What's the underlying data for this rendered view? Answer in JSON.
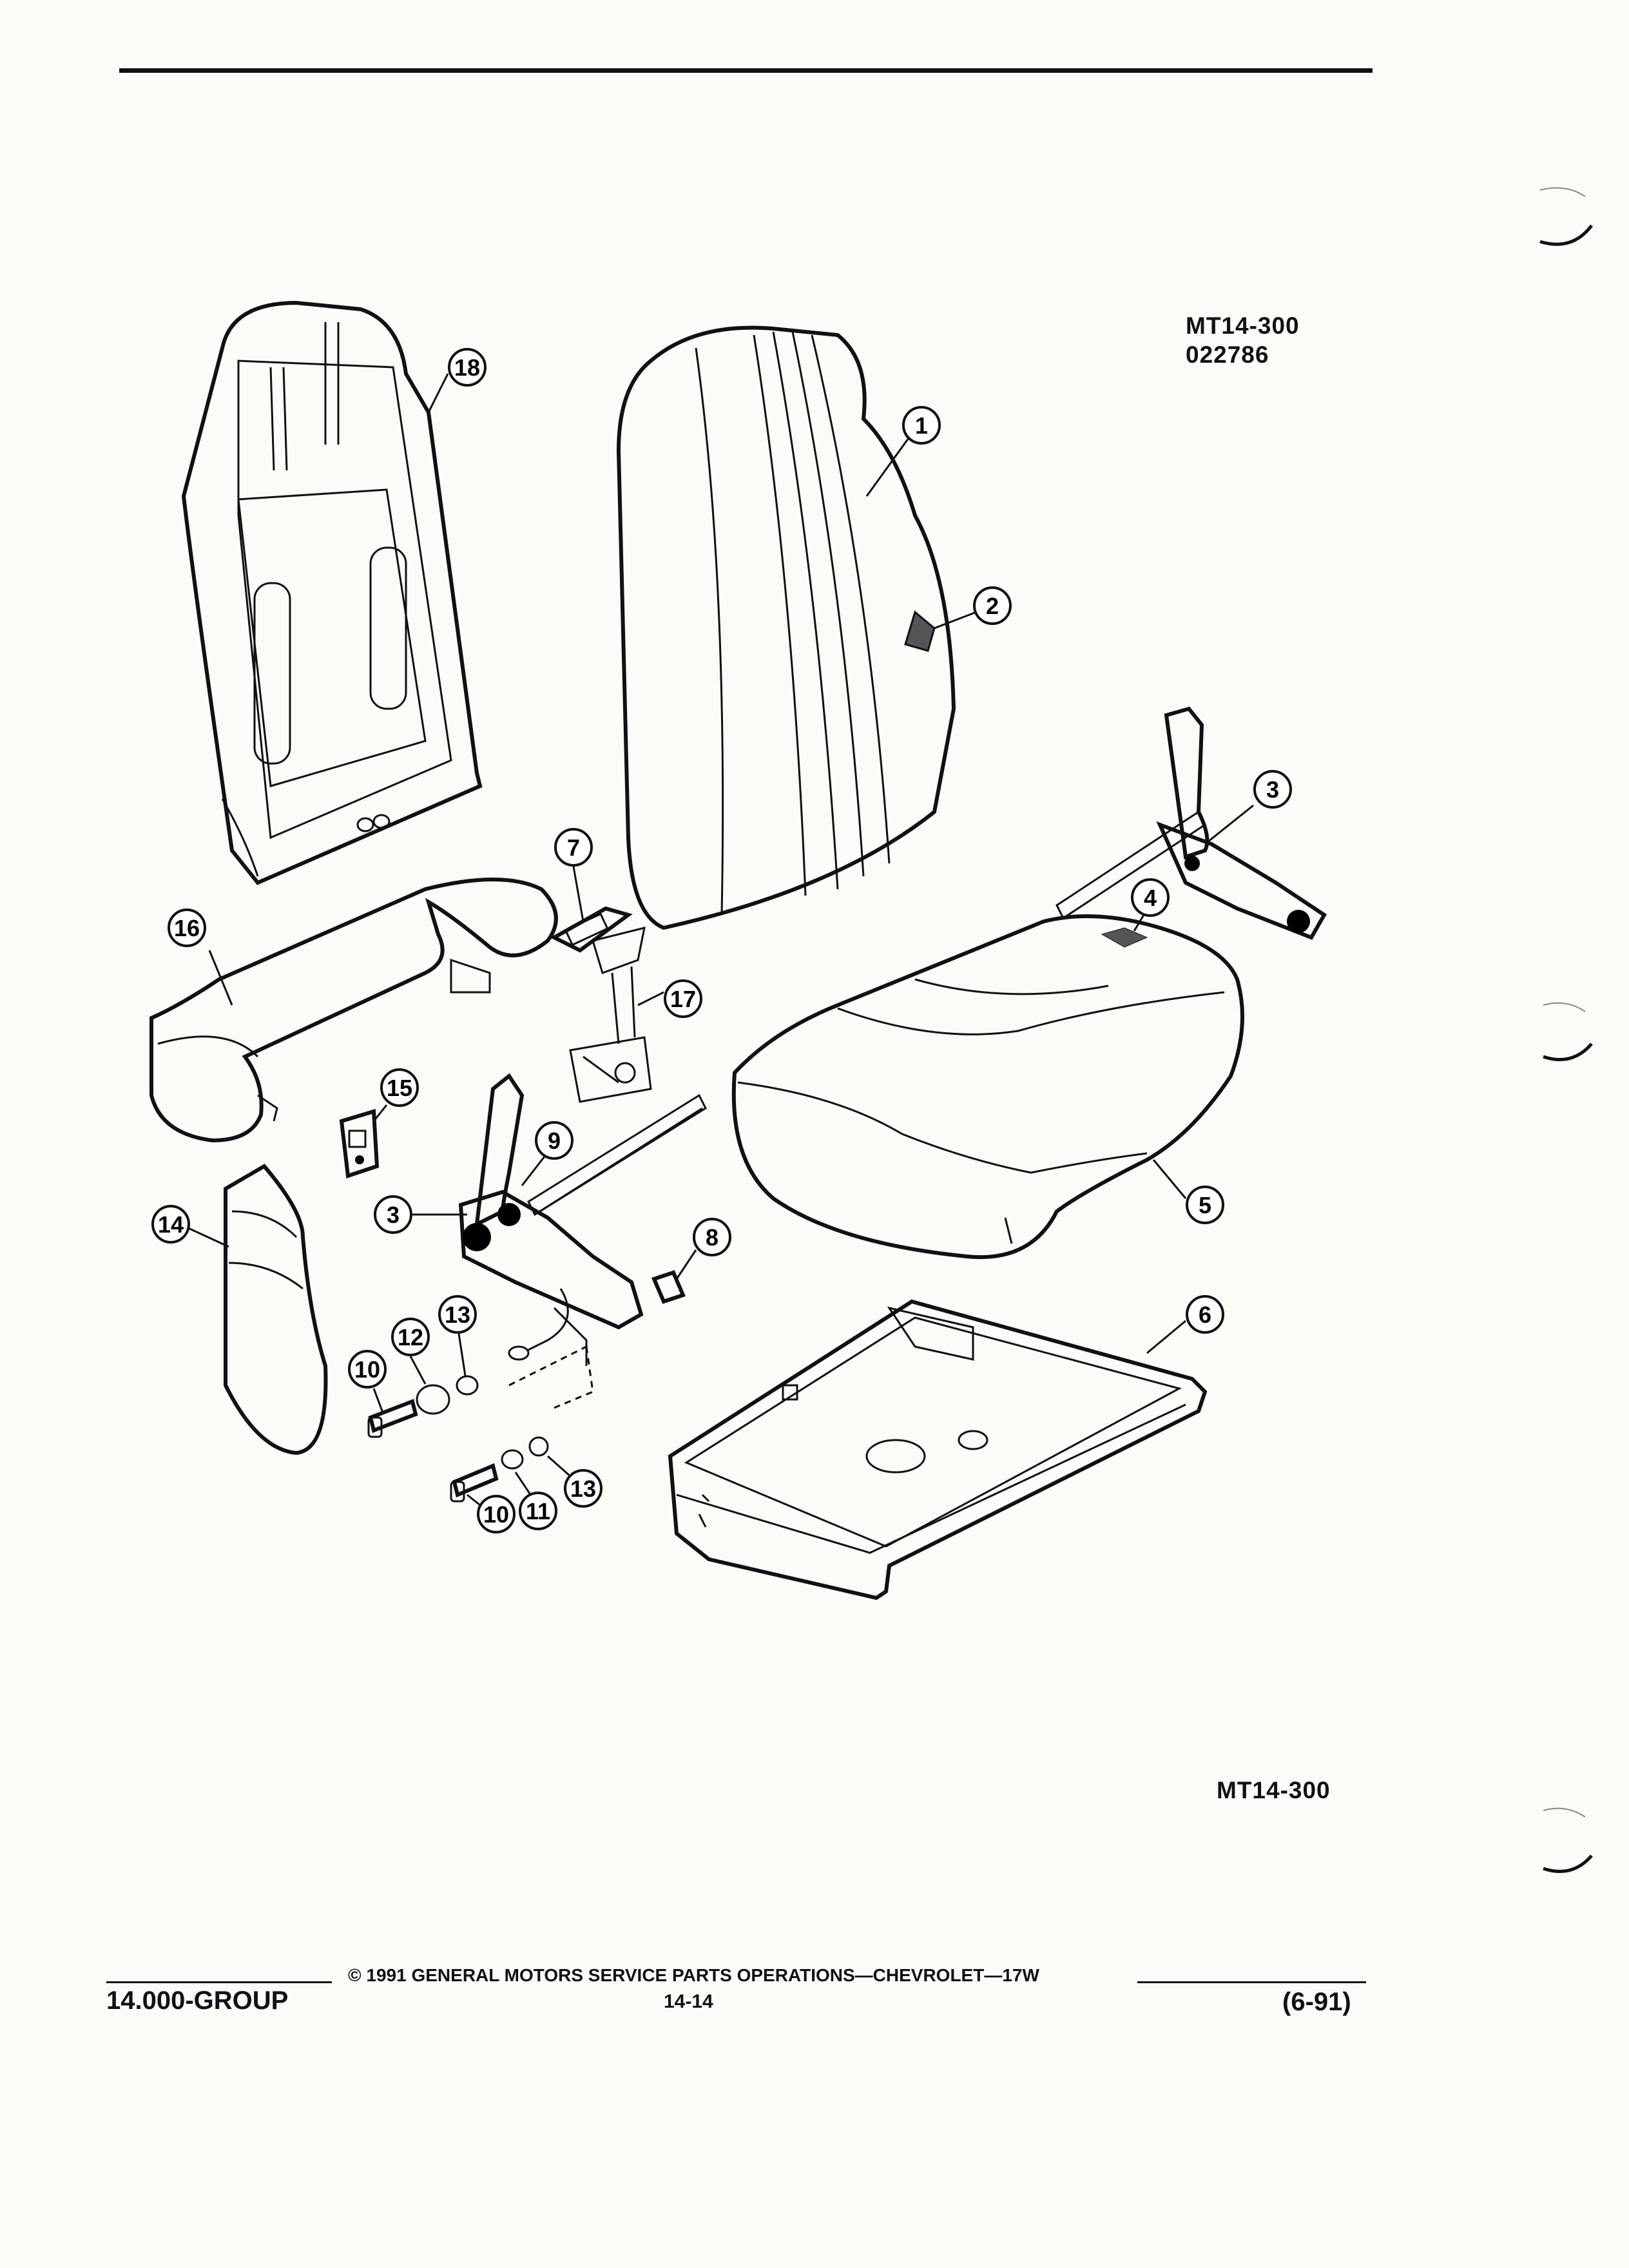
{
  "header": {
    "figure_id": "MT14-300",
    "figure_code": "022786"
  },
  "figure_label_bottom": "MT14-300",
  "callouts": [
    "1",
    "2",
    "3",
    "3",
    "4",
    "5",
    "6",
    "7",
    "8",
    "9",
    "10",
    "10",
    "11",
    "12",
    "13",
    "13",
    "14",
    "15",
    "16",
    "17",
    "18"
  ],
  "footer": {
    "copyright": "© 1991 GENERAL MOTORS SERVICE PARTS OPERATIONS—CHEVROLET—17W",
    "group": "14.000-GROUP",
    "page": "14-14",
    "date": "(6-91)"
  }
}
